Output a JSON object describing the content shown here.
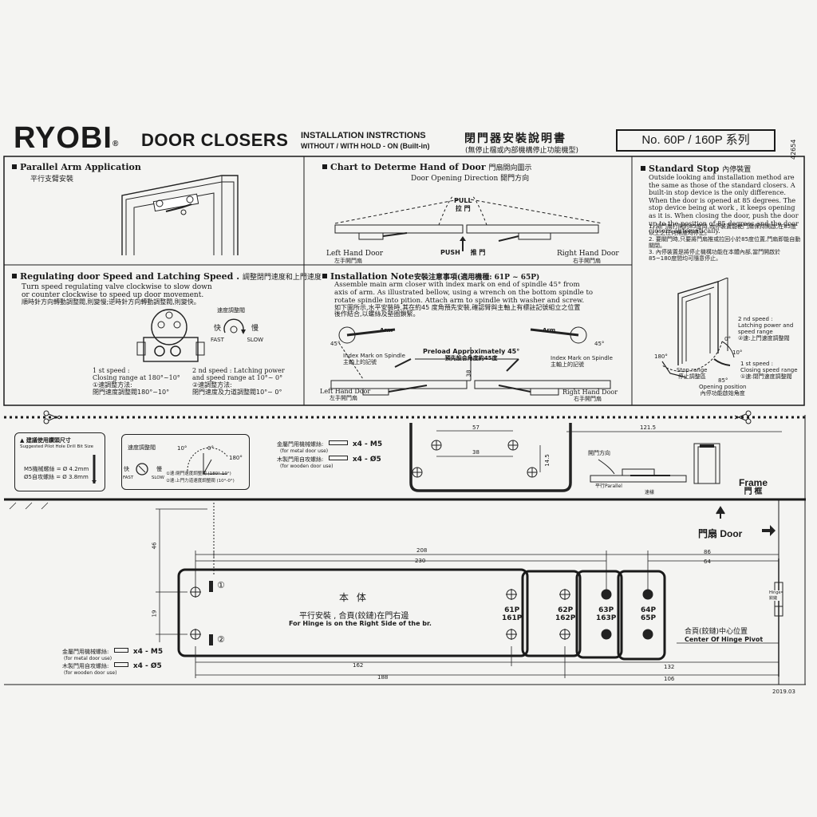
{
  "header": {
    "brand": "RYOBI",
    "reg": "®",
    "product": "DOOR CLOSERS",
    "instr_line1": "INSTALLATION INSTRCTIONS",
    "instr_line2": "WITHOUT / WITH HOLD - ON (Built-in)",
    "cn_title": "閉門器安裝說明書",
    "cn_sub": "(無停止檔或內部機構停止功能機型)",
    "model": "No. 60P / 160P 系列",
    "side_code": "42654"
  },
  "parallel": {
    "title": "Parallel Arm Application",
    "cn": "平行支臂安裝"
  },
  "chart_hand": {
    "title": "Chart to Determe Hand of Door",
    "title_cn": "門扇開向圖示",
    "opening_dir": "Door Opening Direction",
    "opening_dir_cn": "開門方向",
    "pull": "PULL",
    "pull_cn": "拉 門",
    "push": "PUSH",
    "push_cn": "推 門",
    "left": "Left Hand  Door",
    "left_cn": "左手開門扇",
    "right": "Right Hand Door",
    "right_cn": "右手開門扇"
  },
  "standard_stop": {
    "title": "Standard Stop",
    "title_cn": "內停裝置",
    "text": "Outside looking and installation method are the same as those of the standard closers. A built-in stop device is the only difference. When the door is opened at 85 degrees. The stop device being at work , it keeps opening as it is. When closing the door, push the door up to the position of 85 degrees and the door closers automatically.",
    "cn1": "1. 將門扇打開約85度時,內停裝置能使門扇保持開啟,在85度以上之任何角度均停止。",
    "cn2": "2. 要關門時,只要將門扇推或拉回小於85度位置,門扇即能自動關閉。",
    "cn3": "3. 內停裝置是將停止機構功能在本體內部,當門開啟於85~180度間均可隨意停止。",
    "l_2nd": "2 nd speed :",
    "l_2nd_b": "Latching power and",
    "l_2nd_c": "speed range",
    "l_2nd_cn": "②速:上門速度調整閥",
    "deg0": "0°",
    "deg10": "10°",
    "deg180": "180°",
    "deg85": "85°",
    "stop_range": "Stop range",
    "stop_range_cn": "停止調整區",
    "l_1st": "1 st speed :",
    "l_1st_b": "Closing speed range",
    "l_1st_cn": "①速:閉門速度調整閥",
    "opening_pos": "Opening position",
    "opening_pos_cn": "內停功能啟始角度"
  },
  "regulating": {
    "title": "Regulating door Speed and Latching Speed .",
    "title_cn": "調整閉門速度和上門速度",
    "t1": "Turn speed regulating valve clockwise to slow down",
    "t2": "or counter clockwise to speed up door movement.",
    "t3": "順時針方向轉動調整閥,則變慢;逆時針方向轉動調整閥,則變快。",
    "valve_cn": "速度調整閥",
    "fast_cn": "快",
    "slow_cn": "慢",
    "fast": "FAST",
    "slow": "SLOW",
    "s1": "1 st speed :",
    "s1b": "Closing range at 180°~10°",
    "s1c": "①速調整方法:",
    "s1d": "閉門速度調整閥180°~10°",
    "s2": "2 nd speed : Latching power",
    "s2b": "and speed range at 10°~ 0°",
    "s2c": "②速調整方法:",
    "s2d": "閉門速度及力道調整閥10°~ 0°"
  },
  "install_note": {
    "title": "Installation Note",
    "title_cn": "安裝注意事項(適用機種: 61P ~ 65P)",
    "t1": "Assemble main arm closer with index mark on end of spindle 45° from",
    "t2": "axis of arm. As illustrated bellow, using a wrench on the bottom spindle to",
    "t3": "rotate spindle into pition. Attach arm to spindle with washer and screw.",
    "t4": "如下圖所示,水平安裝時,其在約45 度角預先安裝,確認臂與主軸上有標註記號組立之位置",
    "t5": "後作結合,以螺絲及墊圈鎖緊。",
    "arm": "Arm",
    "deg45": "45°",
    "index": "Index Mark on Spindle",
    "index_cn": "主軸上的記號",
    "preload": "Preload Approximately 45°",
    "preload_cn": "預先設合角度約45度",
    "dim38": "38",
    "left": "Left Hand Door",
    "left_cn": "左手開門扇",
    "right": "Right Hand Door",
    "right_cn": "右手開門扇"
  },
  "template_top": {
    "drill_title": "▲ 建議使用鑽頭尺寸",
    "drill_en": "Suggested Pilot Hole Drill Bit Size",
    "m5": "M5機械螺絲 = Ø 4.2mm",
    "o5": "Ø5自攻螺絲 = Ø 3.8mm",
    "valve_cn": "速度調整閥",
    "deg10": "10°",
    "deg0": "0°",
    "deg180": "180°",
    "v1": "①速:閉門速度調整閥 (180°-10°)",
    "v2": "②速:上門力道速度調整閥 (10°-0°)",
    "fast_cn": "快",
    "slow_cn": "慢",
    "fast": "FAST",
    "slow": "SLOW",
    "metal_cn": "金屬門用機械螺絲:",
    "metal_qty": "x4 - M5",
    "metal_en": "(for metal door use)",
    "wood_cn": "木製門用自攻螺絲:",
    "wood_qty": "x4 - Ø5",
    "wood_en": "(for wooden door use)",
    "d57": "57",
    "d38": "38",
    "d14_5": "14.5",
    "d121_5": "121.5",
    "open_dir_cn": "開門方向",
    "parallel_cn": "平行Parallel",
    "speed_cn": "速樣",
    "frame": "Frame",
    "frame_cn": "門 框"
  },
  "template_main": {
    "door": "Door",
    "door_cn": "門扇",
    "d46": "46",
    "d19": "19",
    "d208": "208",
    "d230": "230",
    "d86": "86",
    "d64": "64",
    "body_cn": "本 体",
    "hinge_cn_line": "平行安裝 , 合頁(鉸鏈)在門右邊",
    "hinge_en_line": "For Hinge is on the Right Side of the br.",
    "m61": "61P",
    "m161": "161P",
    "m62": "62P",
    "m162": "162P",
    "m63": "63P",
    "m163": "163P",
    "m64": "64P",
    "m65": "65P",
    "pivot_cn": "合頁(鉸鏈)中心位置",
    "pivot_en": "Center Of Hinge Pivot",
    "hinge_small": "Hinge",
    "hinge_small_cn": "鉸鏈",
    "metal_cn": "金屬門用機械螺絲:",
    "metal_qty": "x4 - M5",
    "metal_en": "(for metal door use)",
    "wood_cn": "木製門用自攻螺絲:",
    "wood_qty": "x4 - Ø5",
    "wood_en": "(for wooden door use)",
    "d162": "162",
    "d188": "188",
    "d132": "132",
    "d106": "106",
    "circ1": "①",
    "circ2": "②",
    "date": "2019.03"
  }
}
